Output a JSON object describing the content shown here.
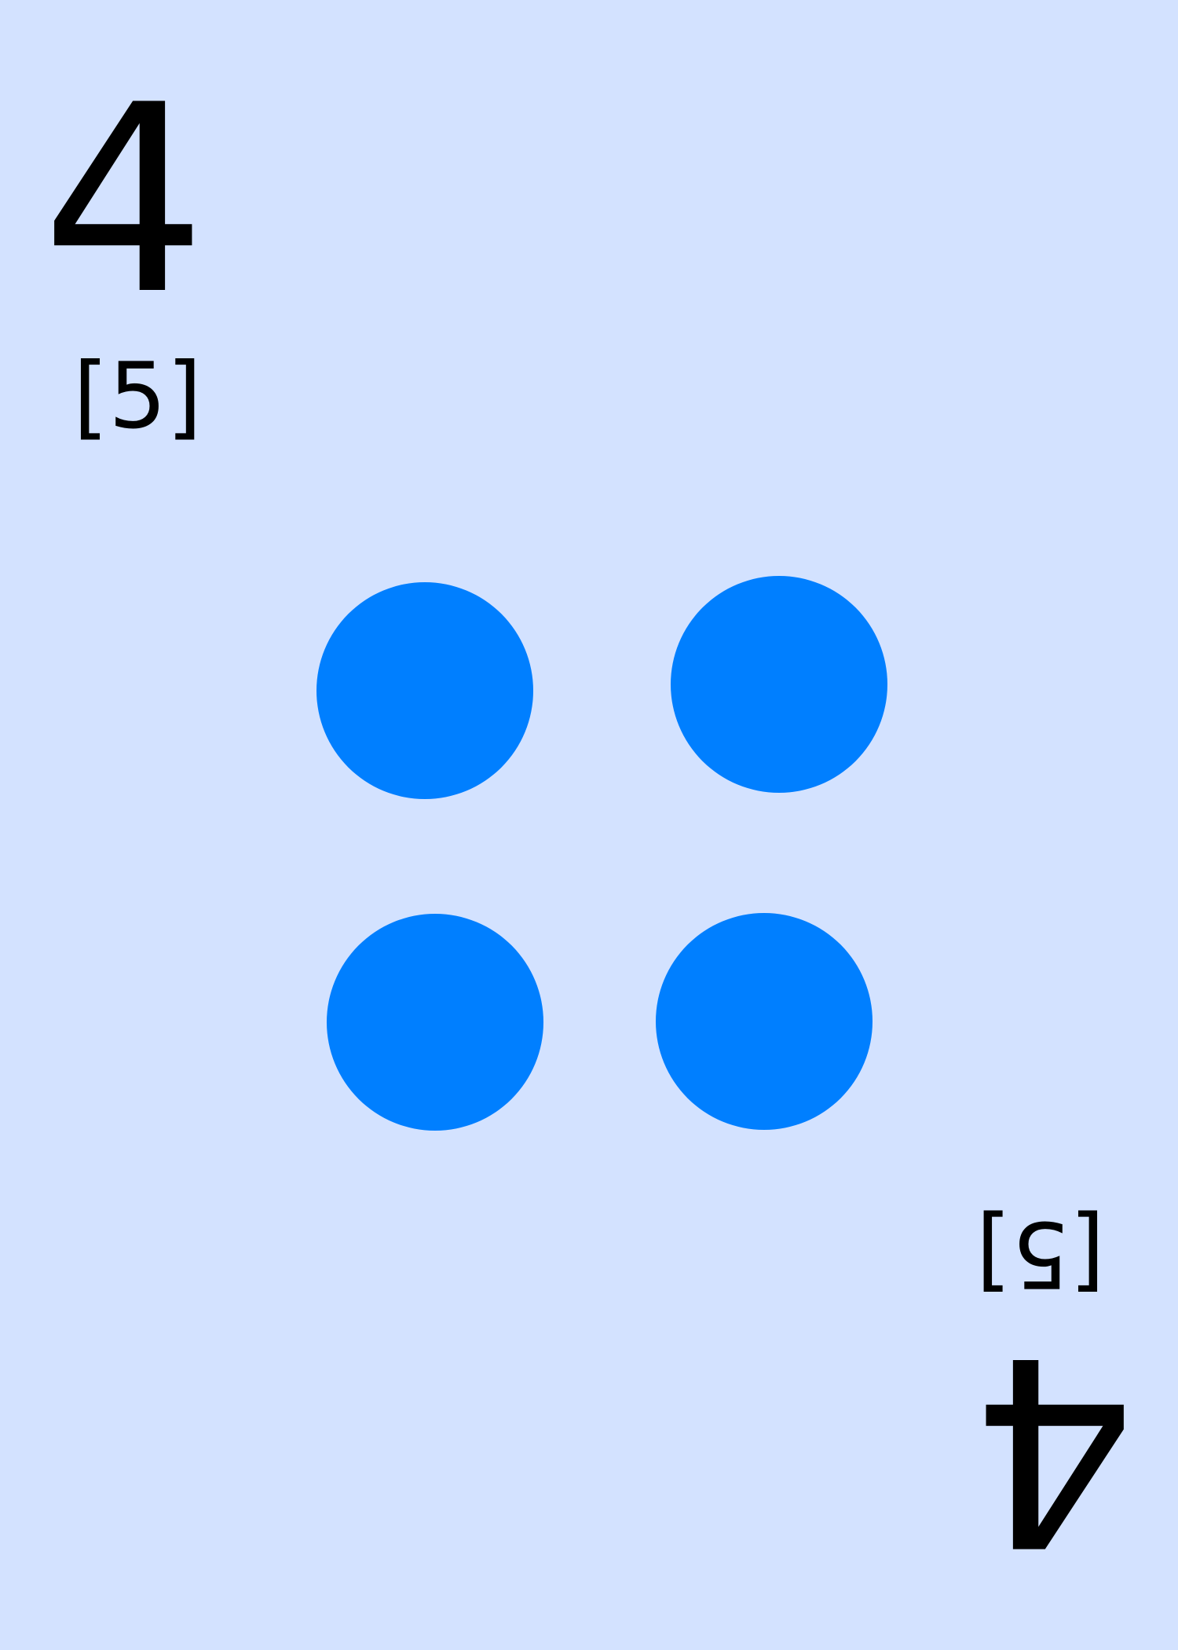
{
  "card": {
    "rank": "4",
    "sub_label": "[5]",
    "pip_count": 4,
    "background_color": "#d3e2ff",
    "pip_color": "#007fff",
    "text_color": "#000000"
  }
}
